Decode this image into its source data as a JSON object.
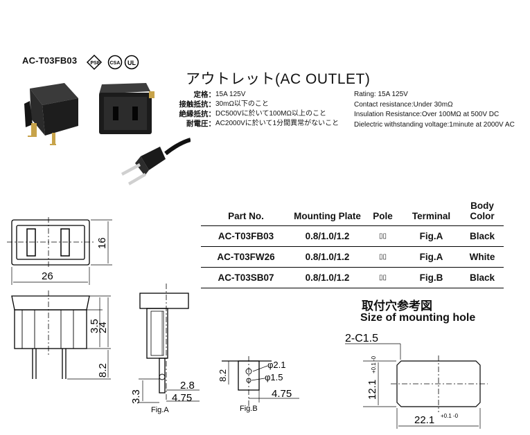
{
  "product": {
    "model": "AC-T03FB03",
    "certifications": [
      "PSE",
      "CSA",
      "UL"
    ],
    "title": "アウトレット(AC OUTLET)"
  },
  "specs_jp": [
    {
      "label": "定格：",
      "value": "15A 125V"
    },
    {
      "label": "接触抵抗：",
      "value": "30mΩ以下のこと"
    },
    {
      "label": "絶縁抵抗：",
      "value": "DC500Vに於いて100MΩ以上のこと"
    },
    {
      "label": "耐電圧：",
      "value": "AC2000Vに於いて1分間異常がないこと"
    }
  ],
  "specs_en": [
    "Rating: 15A 125V",
    "Contact resistance:Under 30mΩ",
    "Insulation Resistance:Over 100MΩ at 500V DC",
    "Dielectric withstanding voltage:1minute at 2000V AC"
  ],
  "parts_table": {
    "headers": [
      "Part No.",
      "Mounting Plate",
      "Pole",
      "Terminal",
      "Body Color"
    ],
    "rows": [
      [
        "AC-T03FB03",
        "0.8/1.0/1.2",
        "▯▯",
        "Fig.A",
        "Black"
      ],
      [
        "AC-T03FW26",
        "0.8/1.0/1.2",
        "▯▯",
        "Fig.A",
        "White"
      ],
      [
        "AC-T03SB07",
        "0.8/1.0/1.2",
        "▯▯",
        "Fig.B",
        "Black"
      ]
    ]
  },
  "drawing": {
    "dims": {
      "height": "16",
      "width": "26",
      "d35": "3.5",
      "d24": "24",
      "d82a": "8.2",
      "d33": "3.3",
      "d28": "2.8",
      "d475a": "4.75",
      "d82b": "8.2",
      "d21": "φ2.1",
      "d15": "φ1.5",
      "d475b": "4.75"
    },
    "fig_a": "Fig.A",
    "fig_b": "Fig.B"
  },
  "mounting_hole": {
    "title_jp": "取付穴参考図",
    "title_en": "Size of mounting hole",
    "chamfer": "2-C1.5",
    "height": "12.1",
    "height_tol": "+0.1 -0",
    "width": "22.1",
    "width_tol": "+0.1 -0"
  }
}
